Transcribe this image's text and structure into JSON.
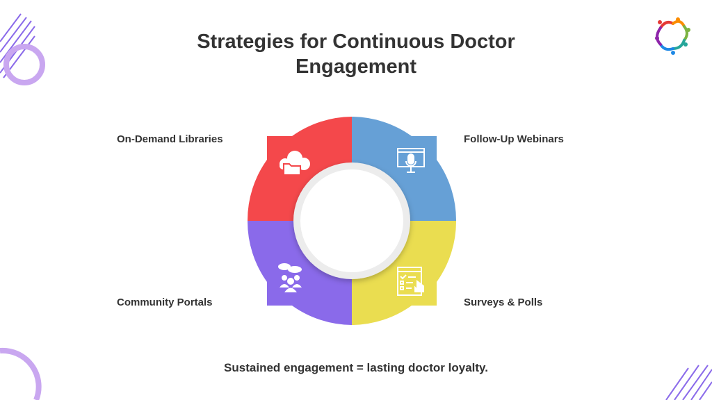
{
  "title": {
    "line1": "Strategies for Continuous Doctor",
    "line2": "Engagement"
  },
  "segments": [
    {
      "label": "On-Demand Libraries",
      "icon": "cloud-folder-icon",
      "color": "#f4484b"
    },
    {
      "label": "Follow-Up Webinars",
      "icon": "webinar-microphone-icon",
      "color": "#66a0d6"
    },
    {
      "label": "Surveys & Polls",
      "icon": "survey-checklist-icon",
      "color": "#eadd50"
    },
    {
      "label": "Community Portals",
      "icon": "community-chat-icon",
      "color": "#8a6aea"
    }
  ],
  "footer": "Sustained engagement = lasting doctor loyalty.",
  "accent": "#c9a7f0"
}
